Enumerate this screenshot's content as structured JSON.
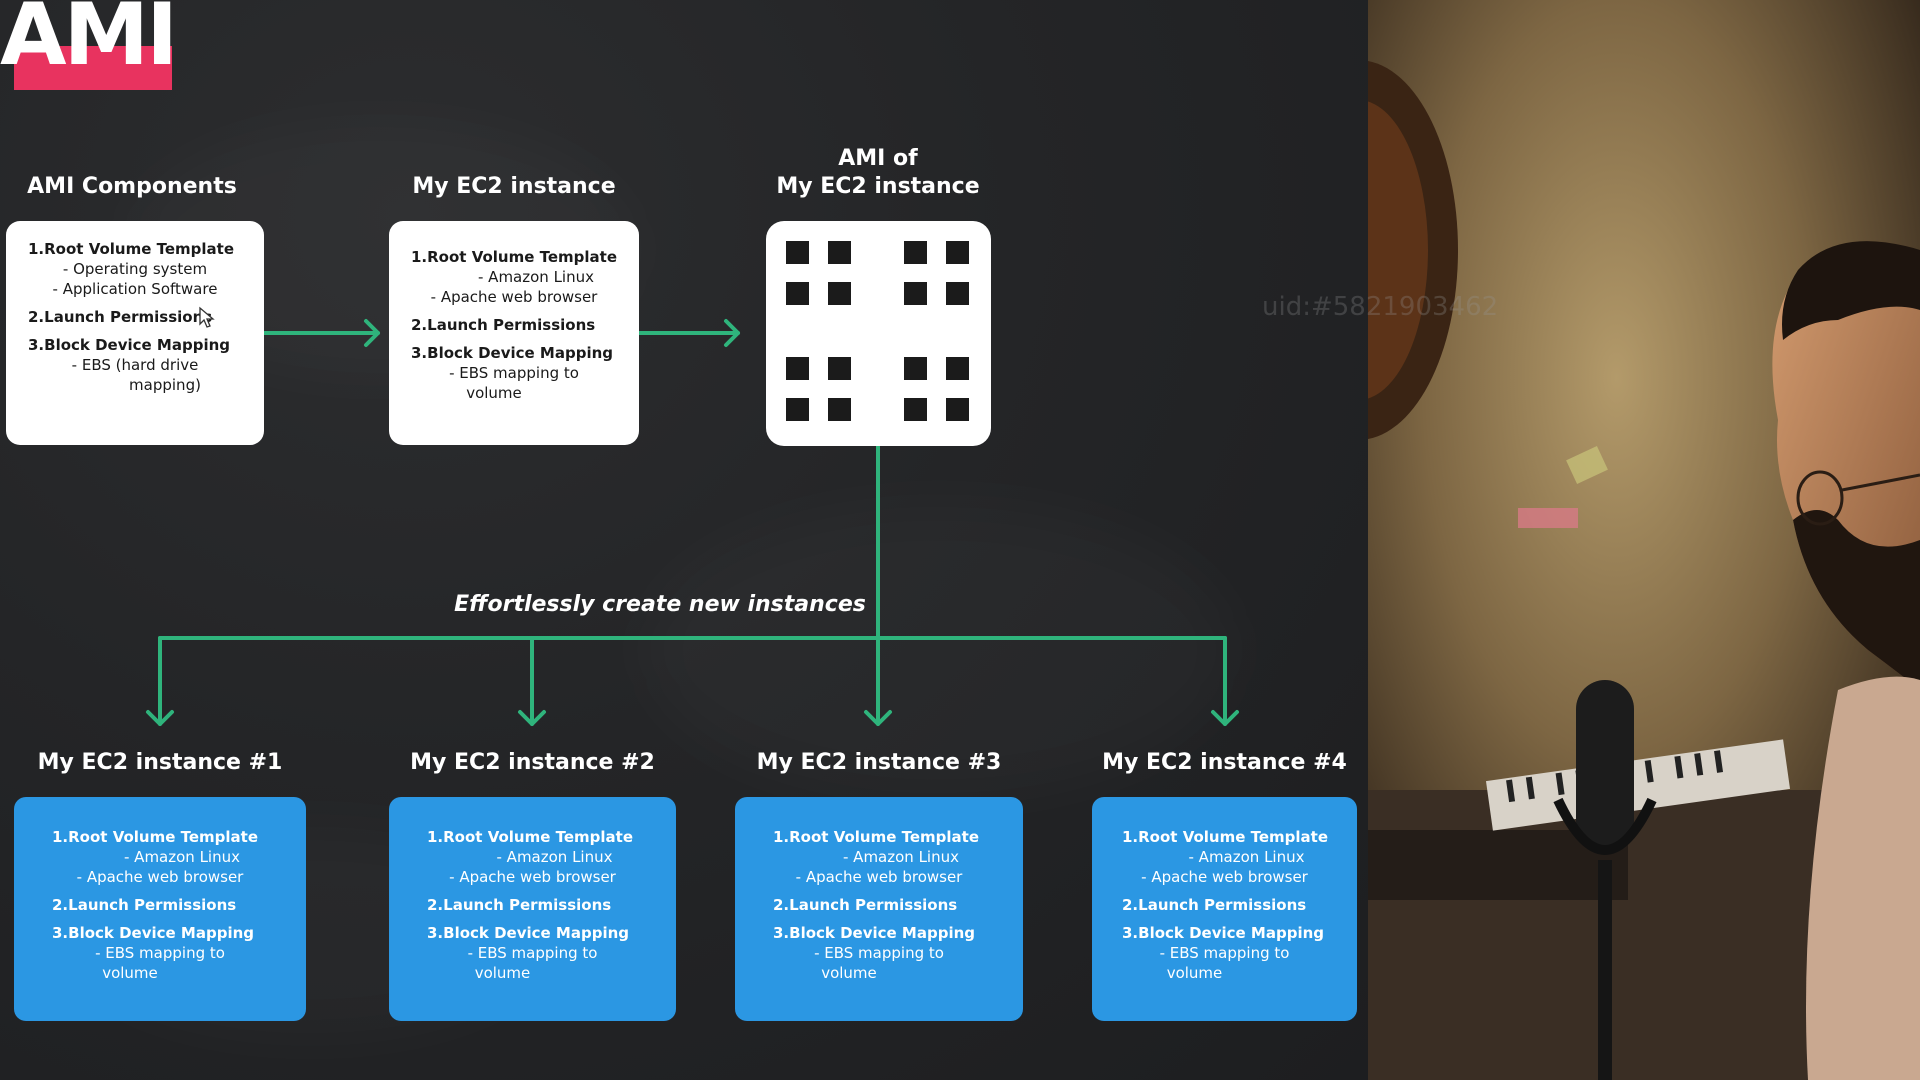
{
  "slide": {
    "title": "AMI",
    "caption": "Effortlessly create new instances",
    "ami_components": {
      "heading": "AMI Components",
      "lines": [
        {
          "kind": "step",
          "text": "1.Root Volume Template"
        },
        {
          "kind": "sub",
          "text": "- Operating system"
        },
        {
          "kind": "sub",
          "text": "- Application Software"
        },
        {
          "kind": "step",
          "text": "2.Launch Permissions"
        },
        {
          "kind": "step",
          "text": "3.Block Device Mapping"
        },
        {
          "kind": "sub",
          "text": "- EBS (hard drive"
        },
        {
          "kind": "sub",
          "text": "mapping)"
        }
      ]
    },
    "my_ec2": {
      "heading": "My EC2 instance",
      "lines": [
        {
          "kind": "step",
          "text": "1.Root Volume Template"
        },
        {
          "kind": "sub",
          "text": "- Amazon Linux"
        },
        {
          "kind": "sub",
          "text": "- Apache web browser"
        },
        {
          "kind": "step",
          "text": "2.Launch Permissions"
        },
        {
          "kind": "step",
          "text": "3.Block Device Mapping"
        },
        {
          "kind": "sub",
          "text": "- EBS mapping to"
        },
        {
          "kind": "sub",
          "text": "volume"
        }
      ]
    },
    "ami_of": {
      "heading_line1": "AMI of",
      "heading_line2": "My EC2 instance"
    },
    "instances": [
      {
        "heading": "My EC2 instance #1",
        "lines": [
          {
            "kind": "step",
            "text": "1.Root Volume Template"
          },
          {
            "kind": "sub",
            "text": "- Amazon Linux"
          },
          {
            "kind": "sub",
            "text": "- Apache web browser"
          },
          {
            "kind": "step",
            "text": "2.Launch Permissions"
          },
          {
            "kind": "step",
            "text": "3.Block Device Mapping"
          },
          {
            "kind": "sub",
            "text": "- EBS mapping to"
          },
          {
            "kind": "sub",
            "text": "volume"
          }
        ]
      },
      {
        "heading": "My EC2 instance #2",
        "lines": [
          {
            "kind": "step",
            "text": "1.Root Volume Template"
          },
          {
            "kind": "sub",
            "text": "- Amazon Linux"
          },
          {
            "kind": "sub",
            "text": "- Apache web browser"
          },
          {
            "kind": "step",
            "text": "2.Launch Permissions"
          },
          {
            "kind": "step",
            "text": "3.Block Device Mapping"
          },
          {
            "kind": "sub",
            "text": "- EBS mapping to"
          },
          {
            "kind": "sub",
            "text": "volume"
          }
        ]
      },
      {
        "heading": "My EC2 instance #3",
        "lines": [
          {
            "kind": "step",
            "text": "1.Root Volume Template"
          },
          {
            "kind": "sub",
            "text": "- Amazon Linux"
          },
          {
            "kind": "sub",
            "text": "- Apache web browser"
          },
          {
            "kind": "step",
            "text": "2.Launch Permissions"
          },
          {
            "kind": "step",
            "text": "3.Block Device Mapping"
          },
          {
            "kind": "sub",
            "text": "- EBS mapping to"
          },
          {
            "kind": "sub",
            "text": "volume"
          }
        ]
      },
      {
        "heading": "My EC2 instance #4",
        "lines": [
          {
            "kind": "step",
            "text": "1.Root Volume Template"
          },
          {
            "kind": "sub",
            "text": "- Amazon Linux"
          },
          {
            "kind": "sub",
            "text": "- Apache web browser"
          },
          {
            "kind": "step",
            "text": "2.Launch Permissions"
          },
          {
            "kind": "step",
            "text": "3.Block Device Mapping"
          },
          {
            "kind": "sub",
            "text": "- EBS mapping to"
          },
          {
            "kind": "sub",
            "text": "volume"
          }
        ]
      }
    ]
  },
  "overlay": {
    "watermark": "uid:#5821903462"
  },
  "colors": {
    "accent_pink": "#e8335f",
    "arrow_green": "#2fb47c",
    "instance_blue": "#2b97e3",
    "background": "#242527"
  },
  "icons": {
    "ami_image": "grid-of-squares-icon",
    "cursor": "mouse-pointer-icon"
  }
}
